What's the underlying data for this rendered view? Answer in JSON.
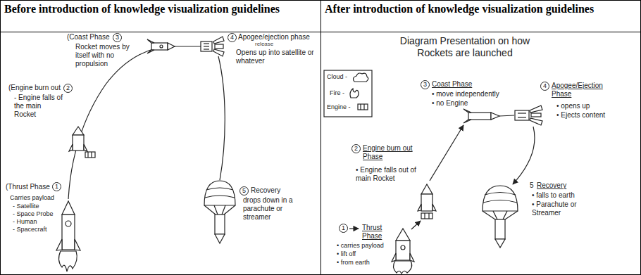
{
  "diagram": {
    "nodes": [
      {
        "text": [
          "Before introduction of knowledge visualization guidelines"
        ]
      },
      {
        "text": [
          "After introduction of knowledge visualization guidelines"
        ]
      },
      {
        "text": [
          "(Coast Phase",
          "3",
          "Rocket moves by itself with no propulsion",
          "4",
          "Apogee/ejection phase",
          "release",
          "Opens up into satellite or whatever",
          "(Engine burn out",
          "2",
          "- Engine falls of the main Rocket",
          "5",
          "Recovery",
          "drops down in a parachute or streamer",
          "(Thrust Phase",
          "1",
          "Carries payload",
          "- Satellite",
          "- Space Probe",
          "- Human",
          "- Spacecraft"
        ]
      },
      {
        "text": [
          "Diagram Presentation on how Rockets are launched",
          "3",
          "Coast Phase",
          "• move independently",
          "• no Engine",
          "4",
          "Apogee/Ejection Phase",
          "• opens up",
          "• Ejects content",
          "2",
          "Engine burn out Phase",
          "• Engine falls out of main Rocket",
          "5",
          "Recovery",
          "• falls to earth",
          "• Parachute or Streamer",
          "1",
          "Thrust Phase",
          "• carries payload",
          "• lift off",
          "• from earth"
        ]
      }
    ],
    "legend": [
      {
        "text": "Cloud -"
      },
      {
        "text": "Fire -"
      },
      {
        "text": "Engine -"
      }
    ]
  }
}
